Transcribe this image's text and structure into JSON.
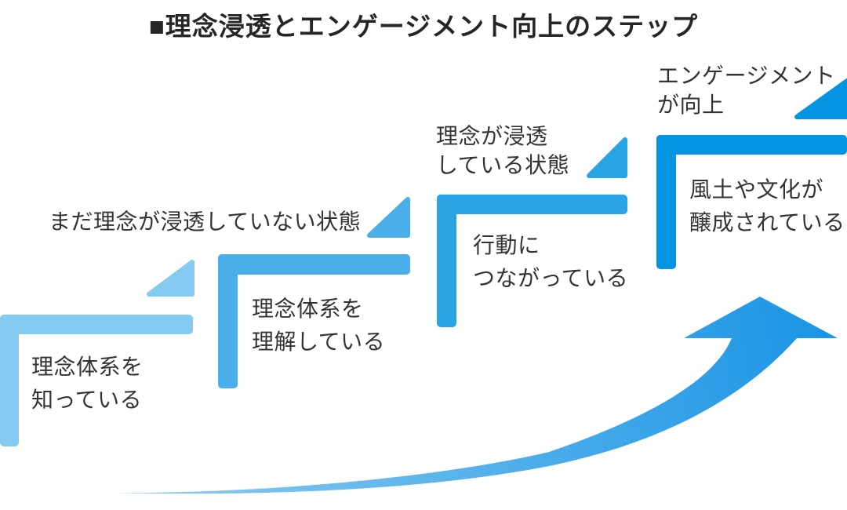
{
  "title": "■理念浸透とエンゲージメント向上のステップ",
  "stage_labels": {
    "not_penetrated": "まだ理念が浸透していない状態",
    "penetrated_line1": "理念が浸透",
    "penetrated_line2": "している状態",
    "engagement_line1": "エンゲージメント",
    "engagement_line2": "が向上"
  },
  "steps": [
    {
      "label_line1": "理念体系を",
      "label_line2": "知っている"
    },
    {
      "label_line1": "理念体系を",
      "label_line2": "理解している"
    },
    {
      "label_line1": "行動に",
      "label_line2": "つながっている"
    },
    {
      "label_line1": "風土や文化が",
      "label_line2": "醸成されている"
    }
  ],
  "colors": {
    "step1": "#85CAF0",
    "step2": "#4AAFE8",
    "step3": "#29A4E4",
    "step4": "#0394E2",
    "arrow_tail": "#8FCDF1",
    "arrow_head": "#1B95E5",
    "text": "#333333",
    "title_text": "#262626"
  }
}
